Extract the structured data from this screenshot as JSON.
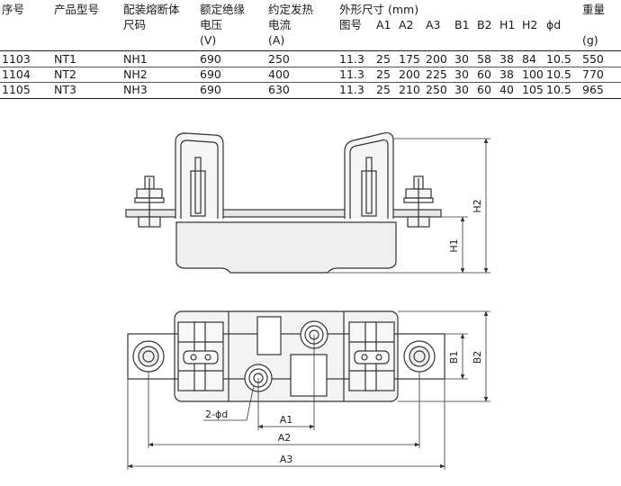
{
  "table": {
    "headers": {
      "seq": "序号",
      "model": "产品型号",
      "fuse_line1": "配装熔断体",
      "fuse_line2": "尺码",
      "voltage_line1": "额定绝缘",
      "voltage_line2": "电压",
      "voltage_unit": "(V)",
      "current_line1": "约定发热",
      "current_line2": "电流",
      "current_unit": "(A)",
      "dims_title": "外形尺寸 (mm)",
      "dims_cols": [
        "图号",
        "A1",
        "A2",
        "A3",
        "B1",
        "B2",
        "H1",
        "H2",
        "ϕd"
      ],
      "weight": "重量",
      "weight_unit": "(g)"
    },
    "rows": [
      {
        "seq": "1103",
        "model": "NT1",
        "fuse": "NH1",
        "voltage": "690",
        "current": "250",
        "fig": "11.3",
        "a1": "25",
        "a2": "175",
        "a3": "200",
        "b1": "30",
        "b2": "58",
        "h1": "38",
        "h2": "84",
        "d": "10.5",
        "weight": "550"
      },
      {
        "seq": "1104",
        "model": "NT2",
        "fuse": "NH2",
        "voltage": "690",
        "current": "400",
        "fig": "11.3",
        "a1": "25",
        "a2": "200",
        "a3": "225",
        "b1": "30",
        "b2": "60",
        "h1": "38",
        "h2": "100",
        "d": "10.5",
        "weight": "770"
      },
      {
        "seq": "1105",
        "model": "NT3",
        "fuse": "NH3",
        "voltage": "690",
        "current": "630",
        "fig": "11.3",
        "a1": "25",
        "a2": "210",
        "a3": "250",
        "b1": "30",
        "b2": "60",
        "h1": "40",
        "h2": "105",
        "d": "10.5",
        "weight": "965"
      }
    ]
  },
  "drawing_labels": {
    "h1": "H1",
    "h2": "H2",
    "b1": "B1",
    "b2": "B2",
    "a1": "A1",
    "a2": "A2",
    "a3": "A3",
    "hole": "2-ϕd"
  }
}
